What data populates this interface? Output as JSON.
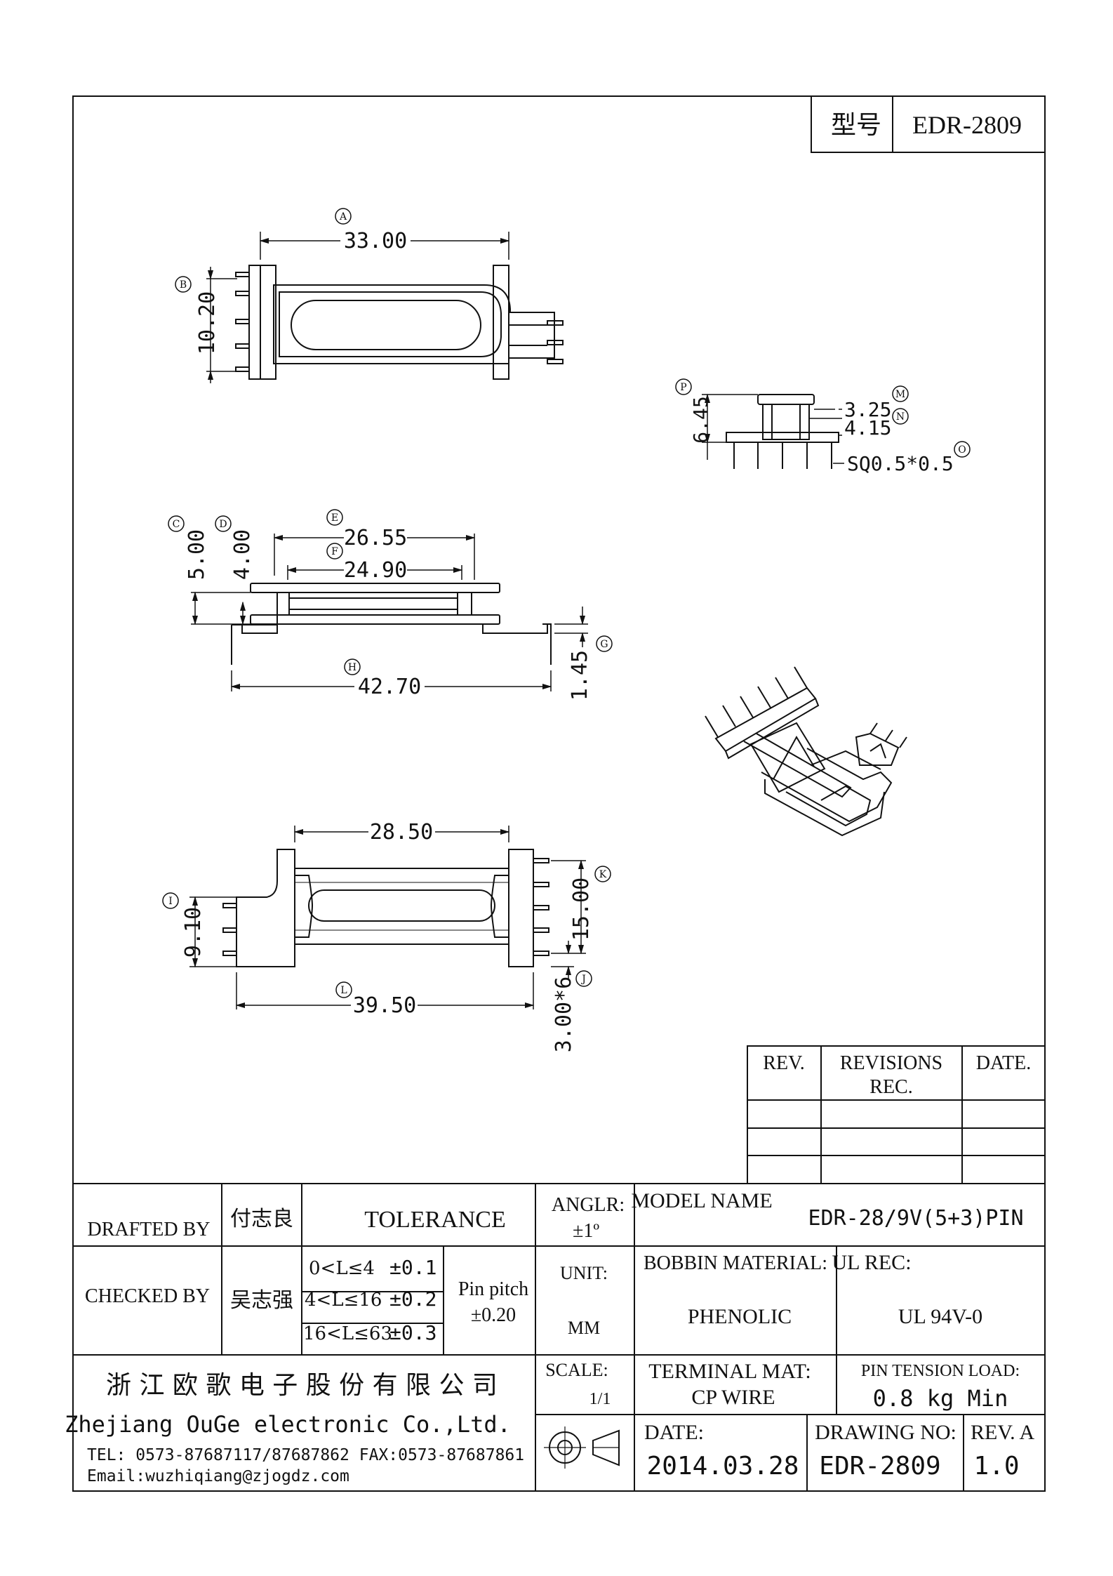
{
  "header": {
    "model_label": "型号",
    "model_value": "EDR-2809"
  },
  "dimensions": {
    "A": {
      "tag": "A",
      "value": "33.00"
    },
    "B": {
      "tag": "B",
      "value": "10.20"
    },
    "C": {
      "tag": "C",
      "value": "5.00"
    },
    "D": {
      "tag": "D",
      "value": "4.00"
    },
    "E": {
      "tag": "E",
      "value": "26.55"
    },
    "F": {
      "tag": "F",
      "value": "24.90"
    },
    "G": {
      "tag": "G",
      "value": "1.45"
    },
    "H": {
      "tag": "H",
      "value": "42.70"
    },
    "I": {
      "tag": "I",
      "value": "9.10"
    },
    "J": {
      "tag": "J",
      "value": "3.00*6"
    },
    "K": {
      "tag": "K",
      "value": "15.00"
    },
    "L": {
      "tag": "L",
      "value": "39.50"
    },
    "M": {
      "tag": "M",
      "value": "3.25"
    },
    "N": {
      "tag": "N",
      "value": "4.15"
    },
    "O": {
      "tag": "O",
      "value": "SQ0.5*0.5"
    },
    "P": {
      "tag": "P",
      "value": "6.45"
    },
    "top_width": "28.50"
  },
  "revisions": {
    "rev_label": "REV.",
    "revisions_label_1": "REVISIONS",
    "revisions_label_2": "REC.",
    "date_label": "DATE."
  },
  "title_block": {
    "drafted_by_label": "DRAFTED BY",
    "drafted_by_name": "付志良",
    "checked_by_label": "CHECKED BY",
    "checked_by_name": "吴志强",
    "tolerance_label": "TOLERANCE",
    "tolerance_rows": [
      {
        "range": "0<L≤4",
        "value": "±0.1"
      },
      {
        "range": "4<L≤16",
        "value": "±0.2"
      },
      {
        "range": "16<L≤63",
        "value": "±0.3"
      }
    ],
    "pin_pitch_label": "Pin pitch",
    "pin_pitch_value": "±0.20",
    "angle_label": "ANGLR:",
    "angle_value": "±1º",
    "unit_label": "UNIT:",
    "unit_value": "MM",
    "scale_label": "SCALE:",
    "scale_value": "1/1",
    "model_name_label": "MODEL NAME",
    "model_name_value": "EDR-28/9V(5+3)PIN",
    "bobbin_material_label": "BOBBIN MATERIAL:",
    "bobbin_material_value": "PHENOLIC",
    "ul_rec_label": "UL REC:",
    "ul_rec_value": "UL 94V-0",
    "terminal_mat_label": "TERMINAL MAT:",
    "terminal_mat_value": "CP  WIRE",
    "pin_tension_label": "PIN  TENSION  LOAD:",
    "pin_tension_value": "0.8 kg Min",
    "date_label": "DATE:",
    "date_value": "2014.03.28",
    "drawing_no_label": "DRAWING NO:",
    "drawing_no_value": "EDR-2809",
    "rev_label": "REV. A",
    "rev_value": "1.0"
  },
  "company": {
    "name_cn": "浙 江 欧 歌 电 子 股 份 有 限 公 司",
    "name_en": "Zhejiang OuGe electronic Co.,Ltd.",
    "tel_fax": "TEL: 0573-87687117/87687862   FAX:0573-87687861",
    "email": "Email:wuzhiqiang@zjogdz.com"
  }
}
